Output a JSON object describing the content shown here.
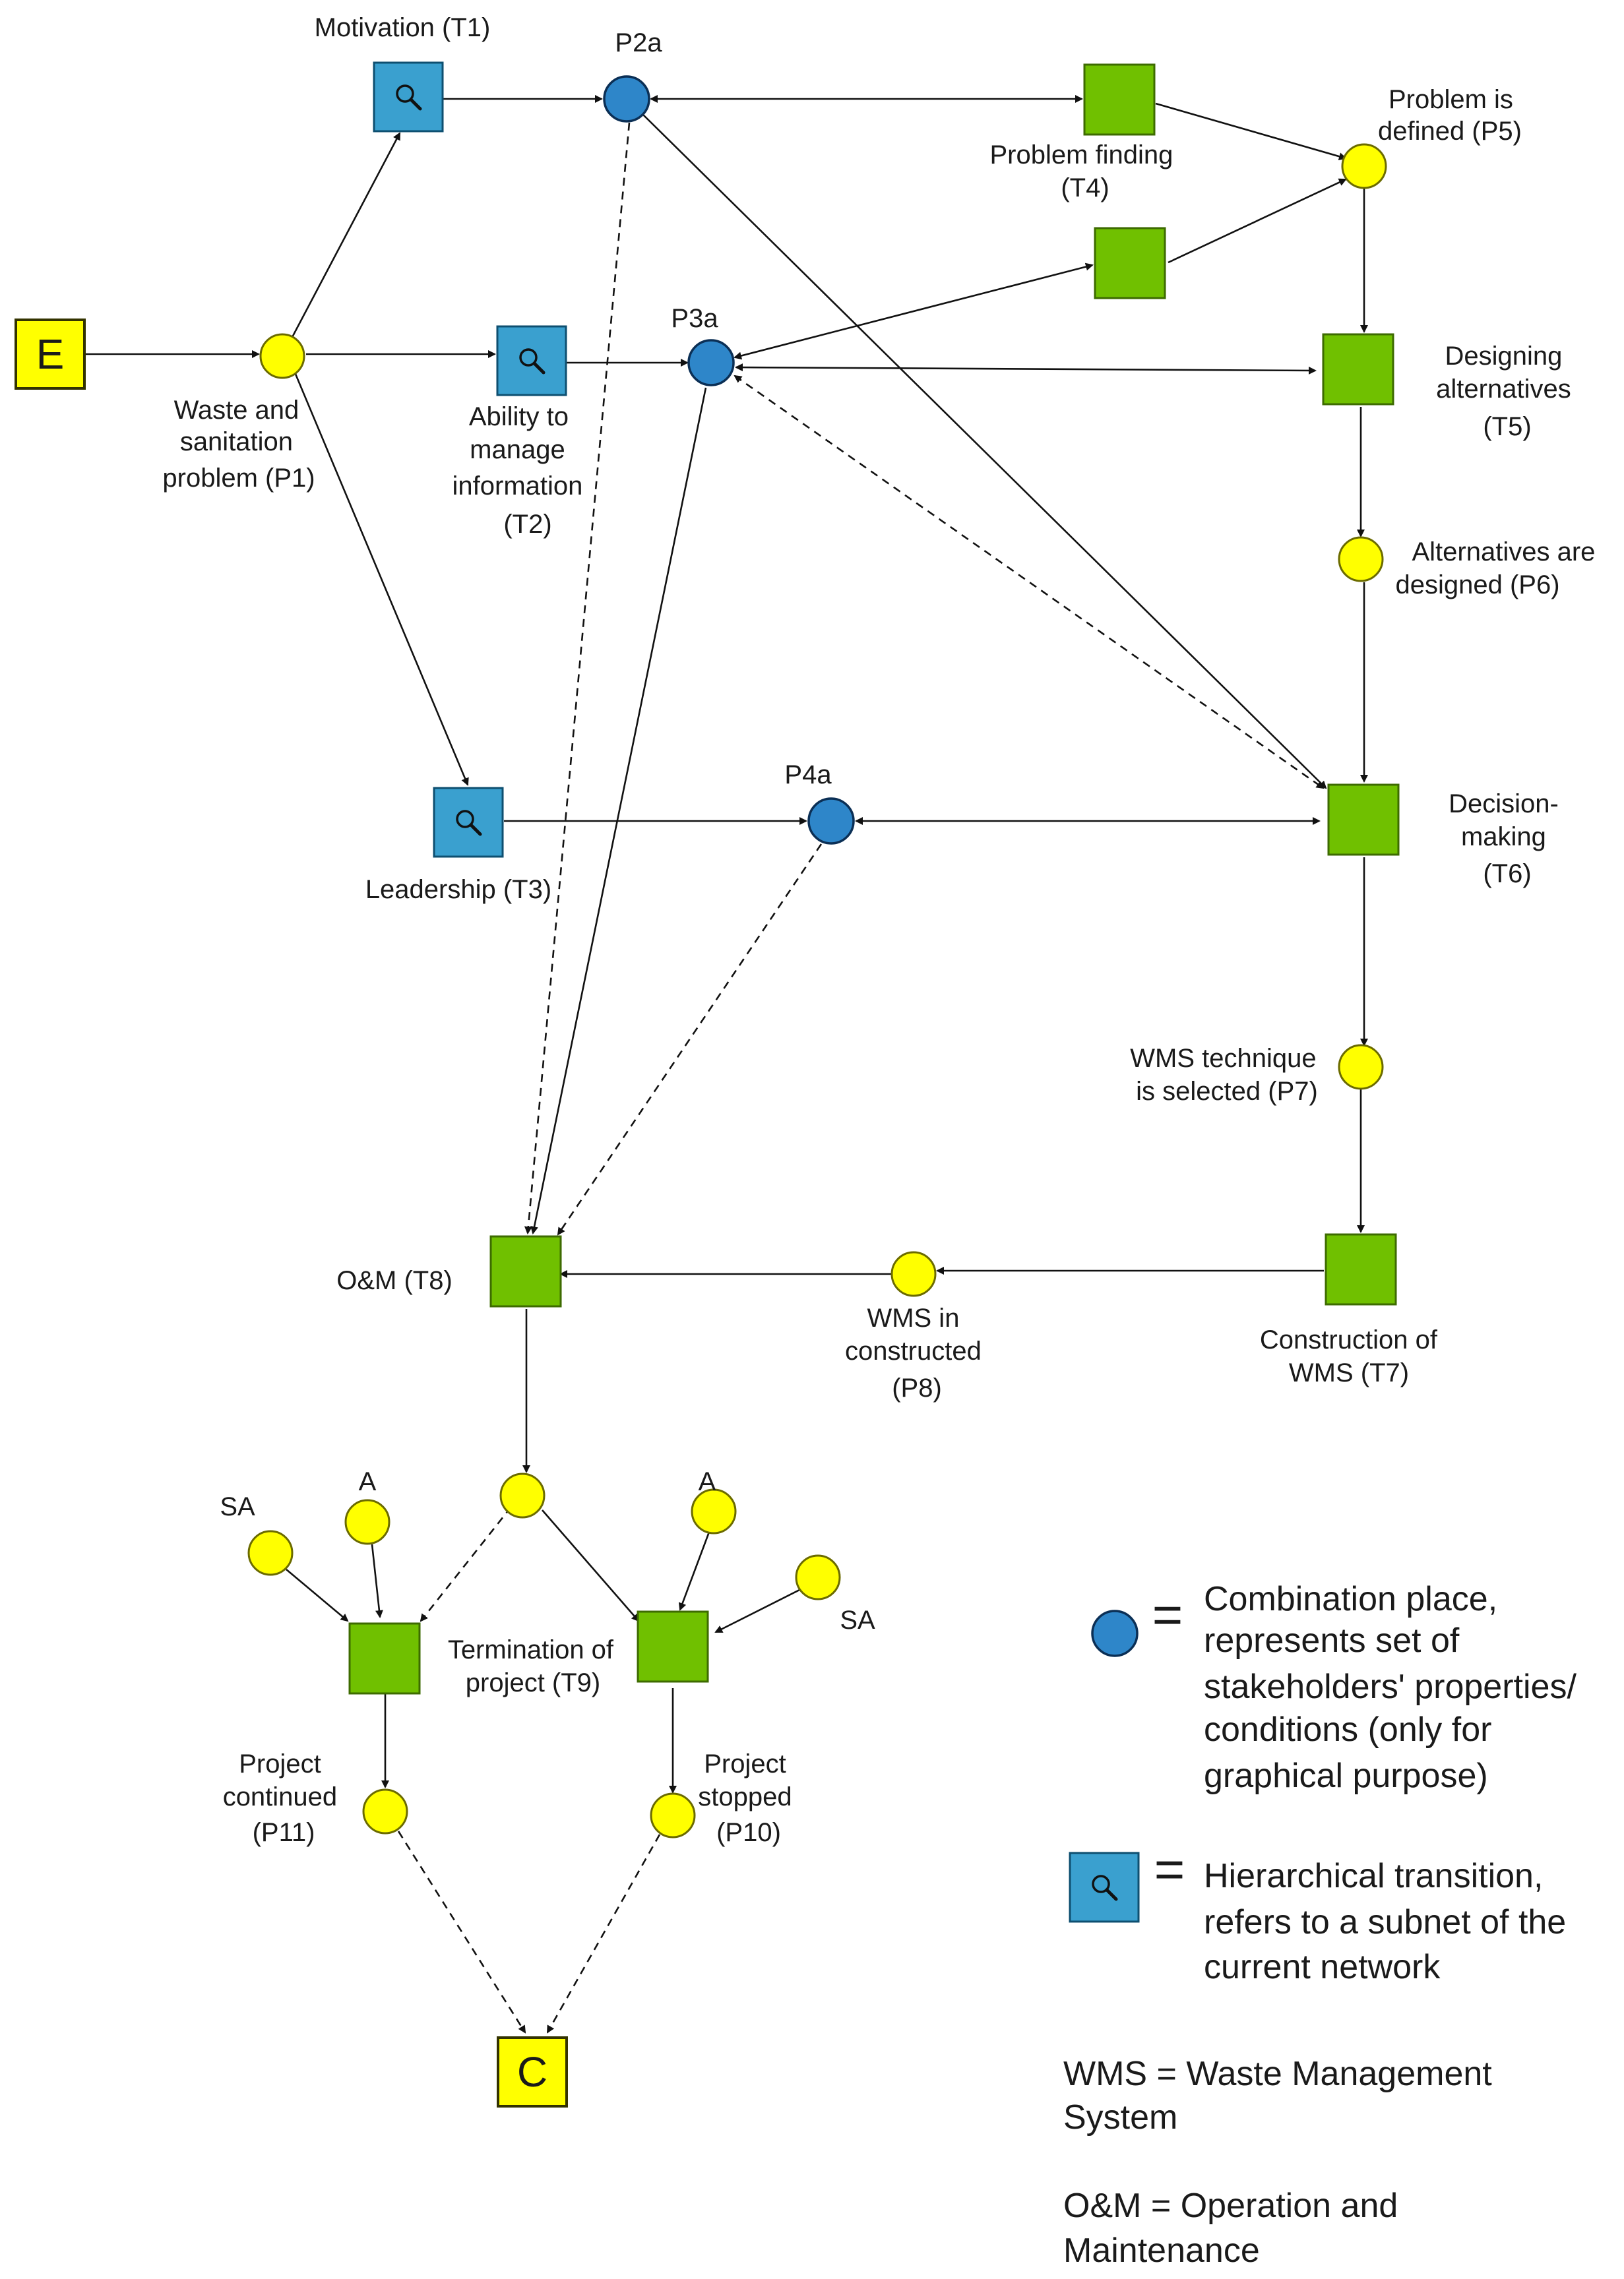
{
  "colors": {
    "place": "#ffff00",
    "combination_place": "#2e86c9",
    "transition": "#70c000",
    "hierarchical_transition": "#3aa0cf",
    "terminal": "#ffff00",
    "edge": "#111111"
  },
  "terminals": {
    "E": "E",
    "C": "C"
  },
  "labels": {
    "T1": "Motivation (T1)",
    "P2a": "P2a",
    "T4": [
      "Problem finding",
      "(T4)"
    ],
    "P5": [
      "Problem is",
      "defined (P5)"
    ],
    "P1": [
      "Waste and",
      "sanitation",
      "problem (P1)"
    ],
    "T2": [
      "Ability to",
      "manage",
      "information",
      "(T2)"
    ],
    "P3a": "P3a",
    "T5": [
      "Designing",
      "alternatives",
      "(T5)"
    ],
    "P6": [
      "Alternatives are",
      "designed (P6)"
    ],
    "T3": "Leadership (T3)",
    "P4a": "P4a",
    "T6": [
      "Decision-",
      "making",
      "(T6)"
    ],
    "P7": [
      "WMS technique",
      "is selected (P7)"
    ],
    "T8": "O&M (T8)",
    "P8": [
      "WMS in",
      "constructed",
      "(P8)"
    ],
    "T7": [
      "Construction of",
      "WMS (T7)"
    ],
    "SA_left": "SA",
    "A_left": "A",
    "A_right": "A",
    "SA_right": "SA",
    "T9": [
      "Termination of",
      "project (T9)"
    ],
    "P11": [
      "Project",
      "continued",
      "(P11)"
    ],
    "P10": [
      "Project",
      "stopped",
      "(P10)"
    ]
  },
  "legend": {
    "equals": "=",
    "combination": [
      "Combination place,",
      "represents set of",
      "stakeholders' properties/",
      "conditions (only for",
      "graphical purpose)"
    ],
    "hierarchical": [
      "Hierarchical transition,",
      "refers to a subnet of the",
      "current network"
    ],
    "wms": [
      "WMS = Waste Management",
      "System"
    ],
    "om": [
      "O&M = Operation and",
      "Maintenance"
    ]
  }
}
